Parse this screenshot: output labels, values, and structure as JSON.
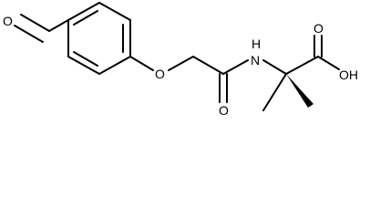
{
  "molecule": {
    "atoms": {
      "ald_o": "O",
      "ether_o": "O",
      "amide_n": "H\nN",
      "amide_o": "O",
      "acid_o": "O",
      "acid_oh": "OH"
    }
  },
  "colors": {
    "bond": "#000000",
    "text": "#000000",
    "background": "#ffffff"
  }
}
